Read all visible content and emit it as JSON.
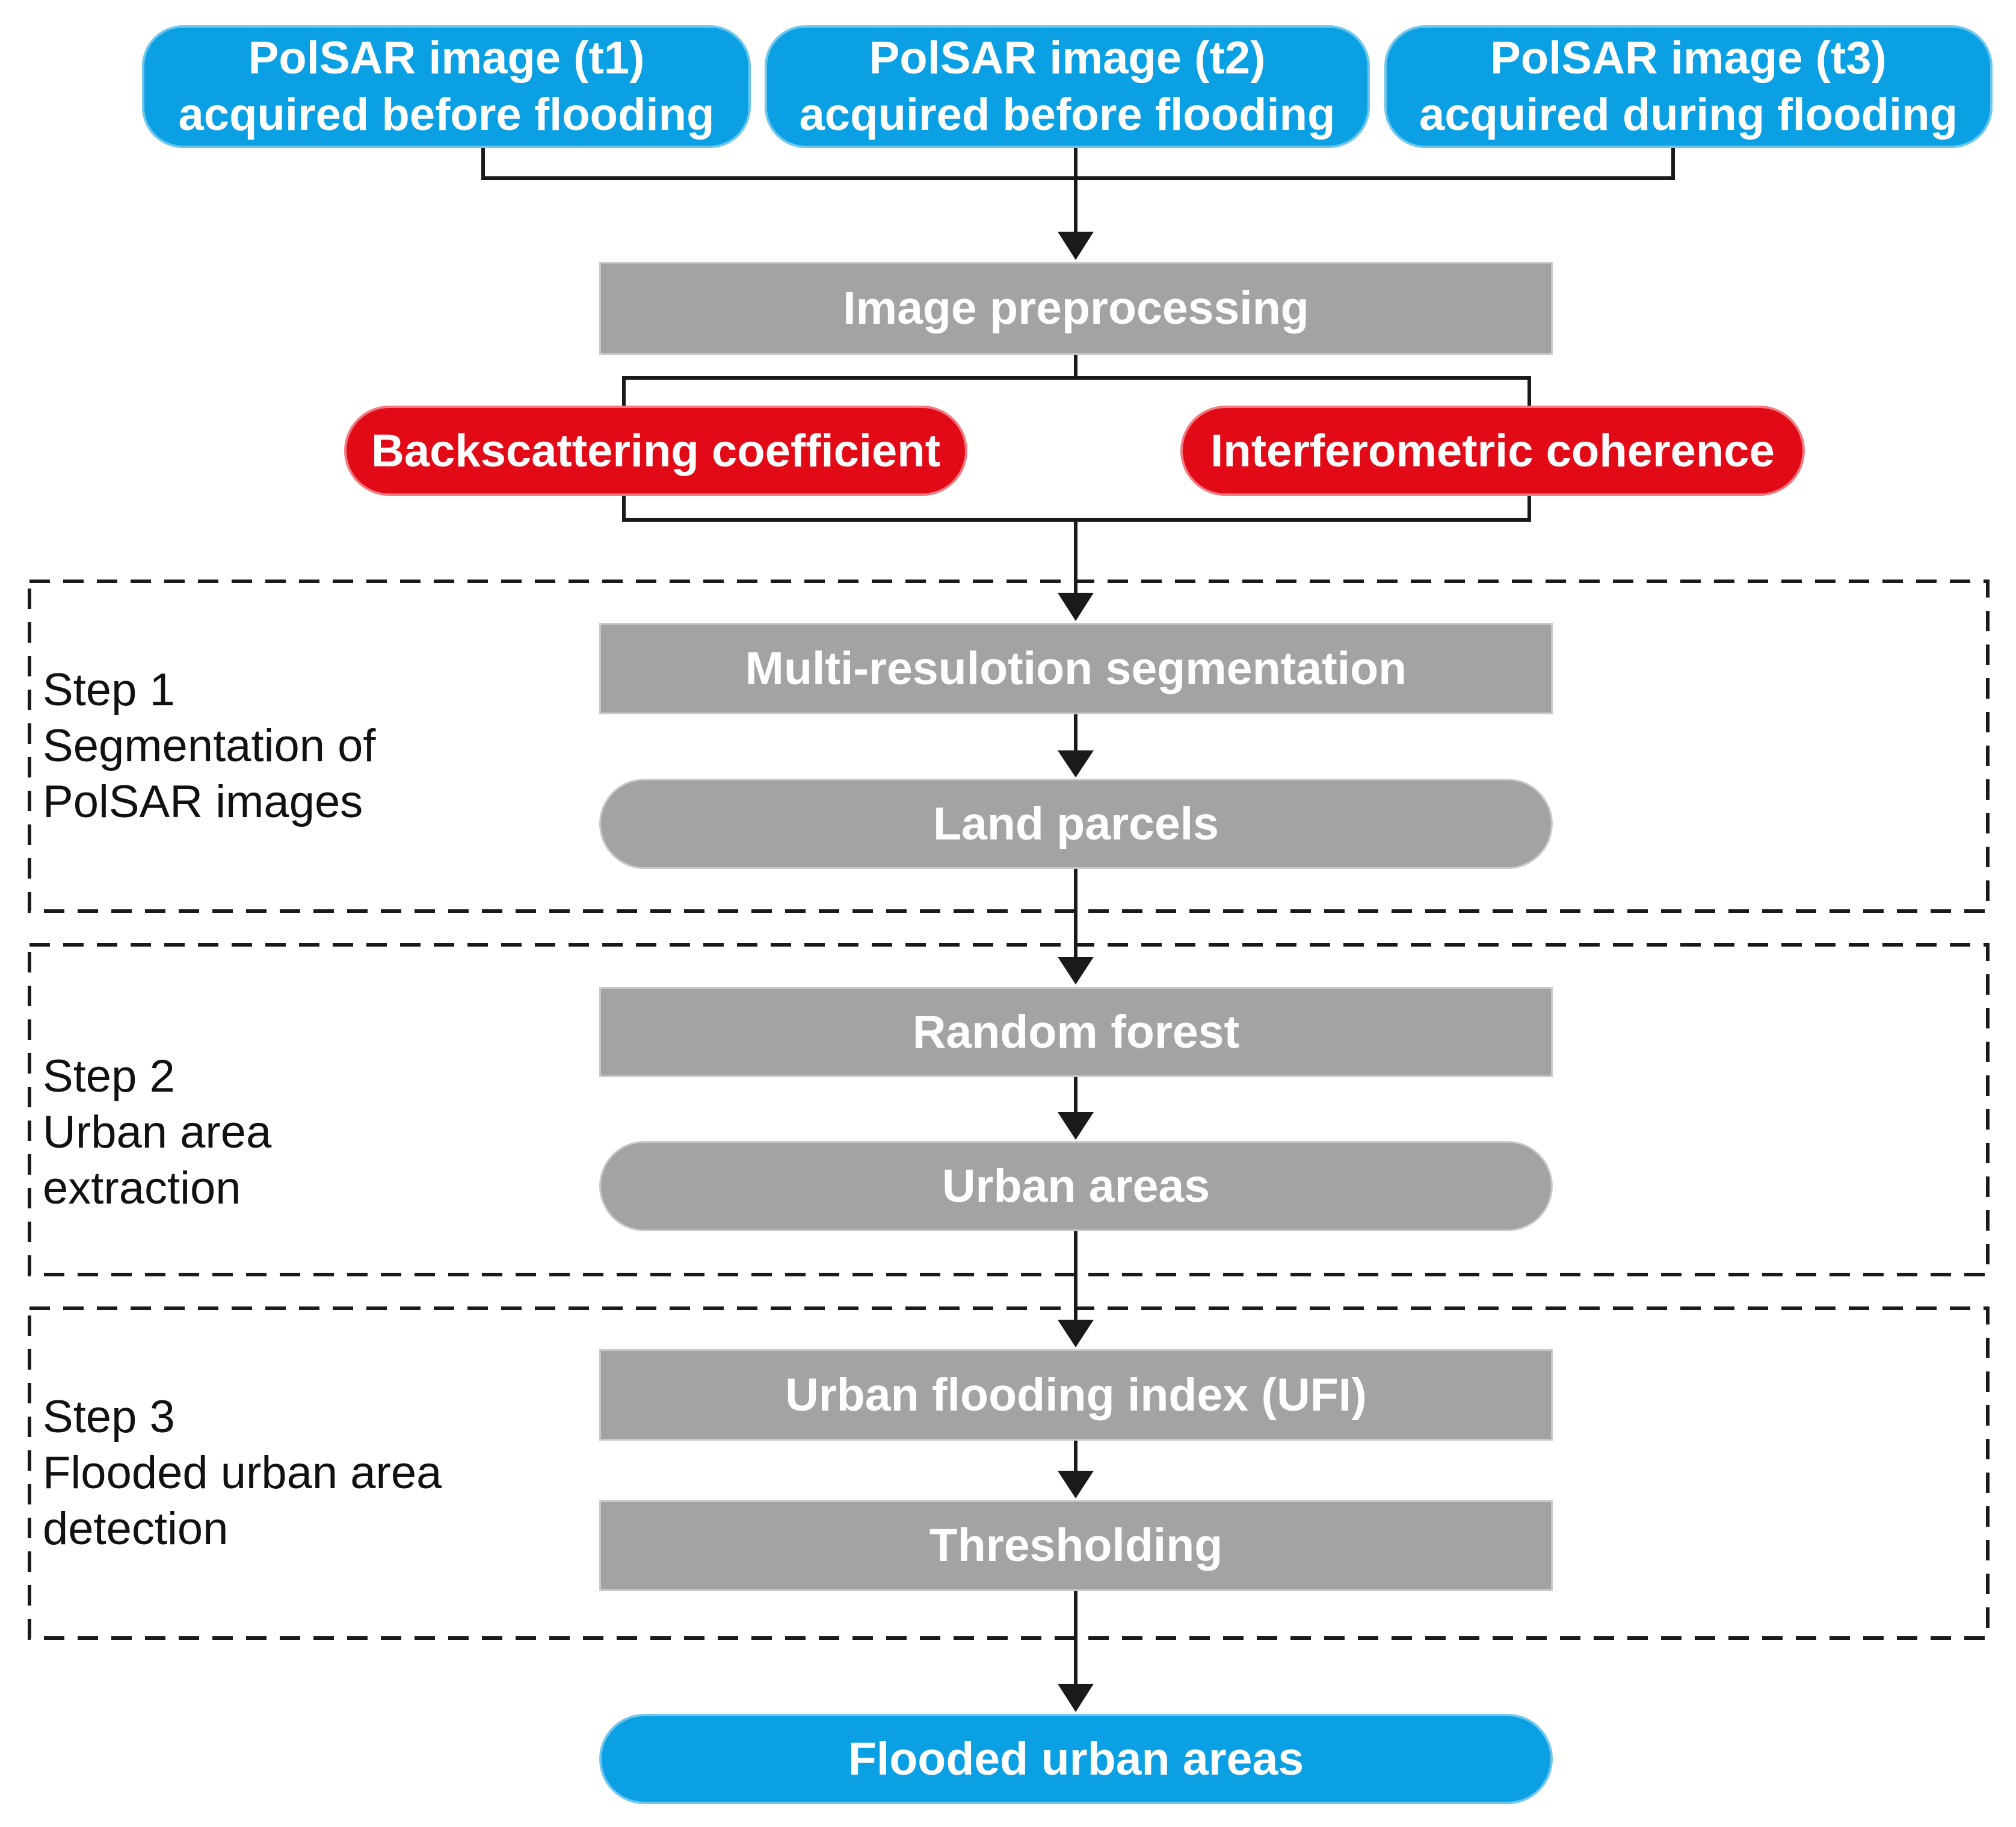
{
  "inputs": [
    {
      "line1": "PolSAR image (t1)",
      "line2": "acquired before flooding"
    },
    {
      "line1": "PolSAR image (t2)",
      "line2": "acquired before flooding"
    },
    {
      "line1": "PolSAR image (t3)",
      "line2": "acquired during flooding"
    }
  ],
  "preprocessing": "Image preprocessing",
  "features": {
    "backscatter": "Backscattering coefficient",
    "coherence": "Interferometric coherence"
  },
  "steps": [
    {
      "title": "Step 1",
      "desc_line1": "Segmentation of",
      "desc_line2": "PolSAR images",
      "process": "Multi-resulotion segmentation",
      "result": "Land parcels"
    },
    {
      "title": "Step 2",
      "desc_line1": "Urban area",
      "desc_line2": "extraction",
      "process": "Random forest",
      "result": "Urban areas"
    },
    {
      "title": "Step 3",
      "desc_line1": "Flooded urban area",
      "desc_line2": "detection",
      "process": "Urban flooding index (UFI)",
      "result": "Thresholding"
    }
  ],
  "output": "Flooded urban areas",
  "colors": {
    "input_fill": "#0aa0e3",
    "process_fill": "#a3a3a3",
    "feature_fill": "#e30a17",
    "connector": "#1a1a1a"
  }
}
